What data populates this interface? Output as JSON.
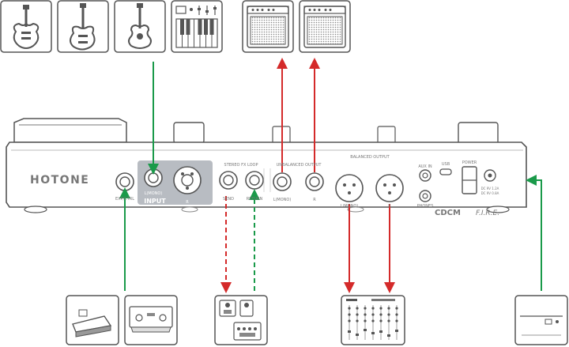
{
  "device": {
    "brand": "HOTONE",
    "model_mark": "CDCM",
    "model_sub": "F.I.R.E.",
    "jacks": {
      "exp_ctrl": "EXP/CTRL",
      "input_mono": "L(MONO)",
      "input": "INPUT",
      "input_r": "R",
      "stereo_fx_loop": "STEREO FX LOOP",
      "send": "SEND",
      "return": "RETURN",
      "unbalanced_output": "UNBALANCED OUTPUT",
      "out_l_mono": "L(MONO)",
      "out_r": "R",
      "balanced_output": "BALANCED OUTPUT",
      "bal_l_mono": "L(MONO)",
      "bal_r": "R",
      "aux_in": "AUX IN",
      "phones": "PHONES",
      "usb": "USB",
      "power": "POWER",
      "dc_spec": "DC 9V 1.2A",
      "dc_spec2": "DC 9V 0.8A"
    }
  },
  "icons": {
    "top_instruments": [
      "electric-guitar-icon",
      "electric-bass-icon",
      "acoustic-guitar-icon",
      "synth-keyboard-icon"
    ],
    "top_amps": [
      "amp-icon",
      "amp-icon"
    ],
    "bottom": [
      "expression-pedal-icon",
      "footswitch-icon",
      "effects-pedal-icon",
      "mixer-icon",
      "power-adapter-icon"
    ]
  },
  "colors": {
    "green": "#1a9a4a",
    "red": "#d42a2a",
    "outline": "#555555"
  }
}
